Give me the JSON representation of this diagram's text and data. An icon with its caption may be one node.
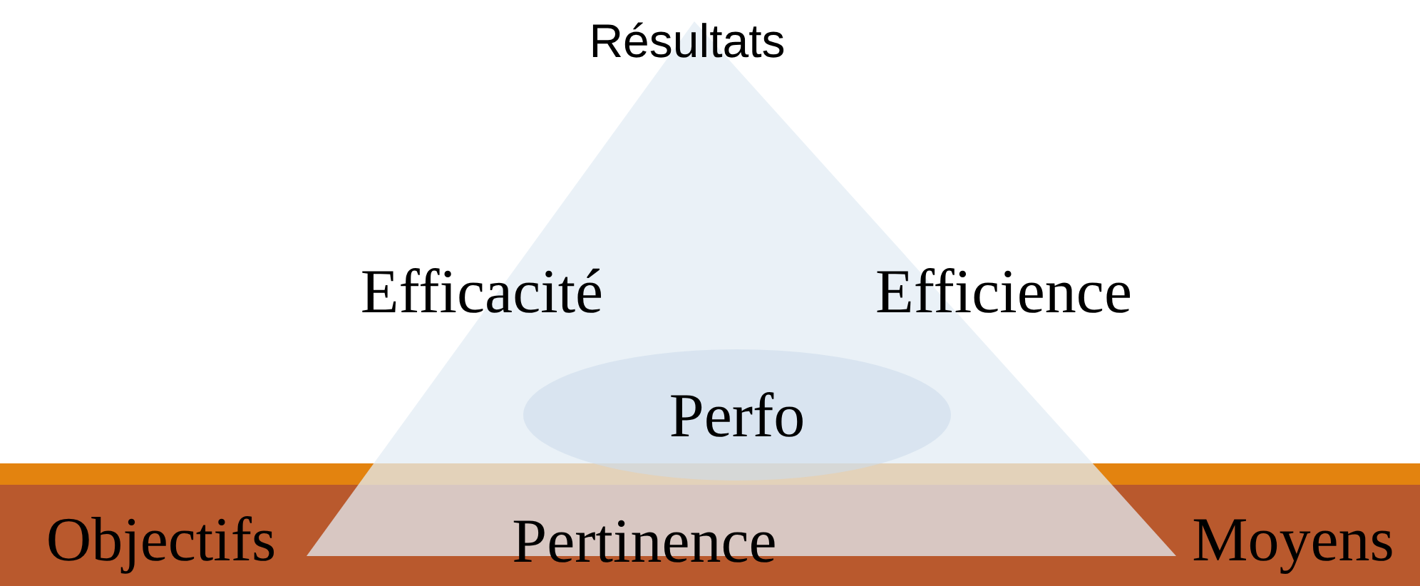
{
  "diagram": {
    "nodes": [
      {
        "text": [
          "Perfo"
        ]
      }
    ],
    "labels": [
      "Résultats",
      "Efficacité",
      "Efficience",
      "Objectifs",
      "Pertinence",
      "Moyens"
    ]
  }
}
